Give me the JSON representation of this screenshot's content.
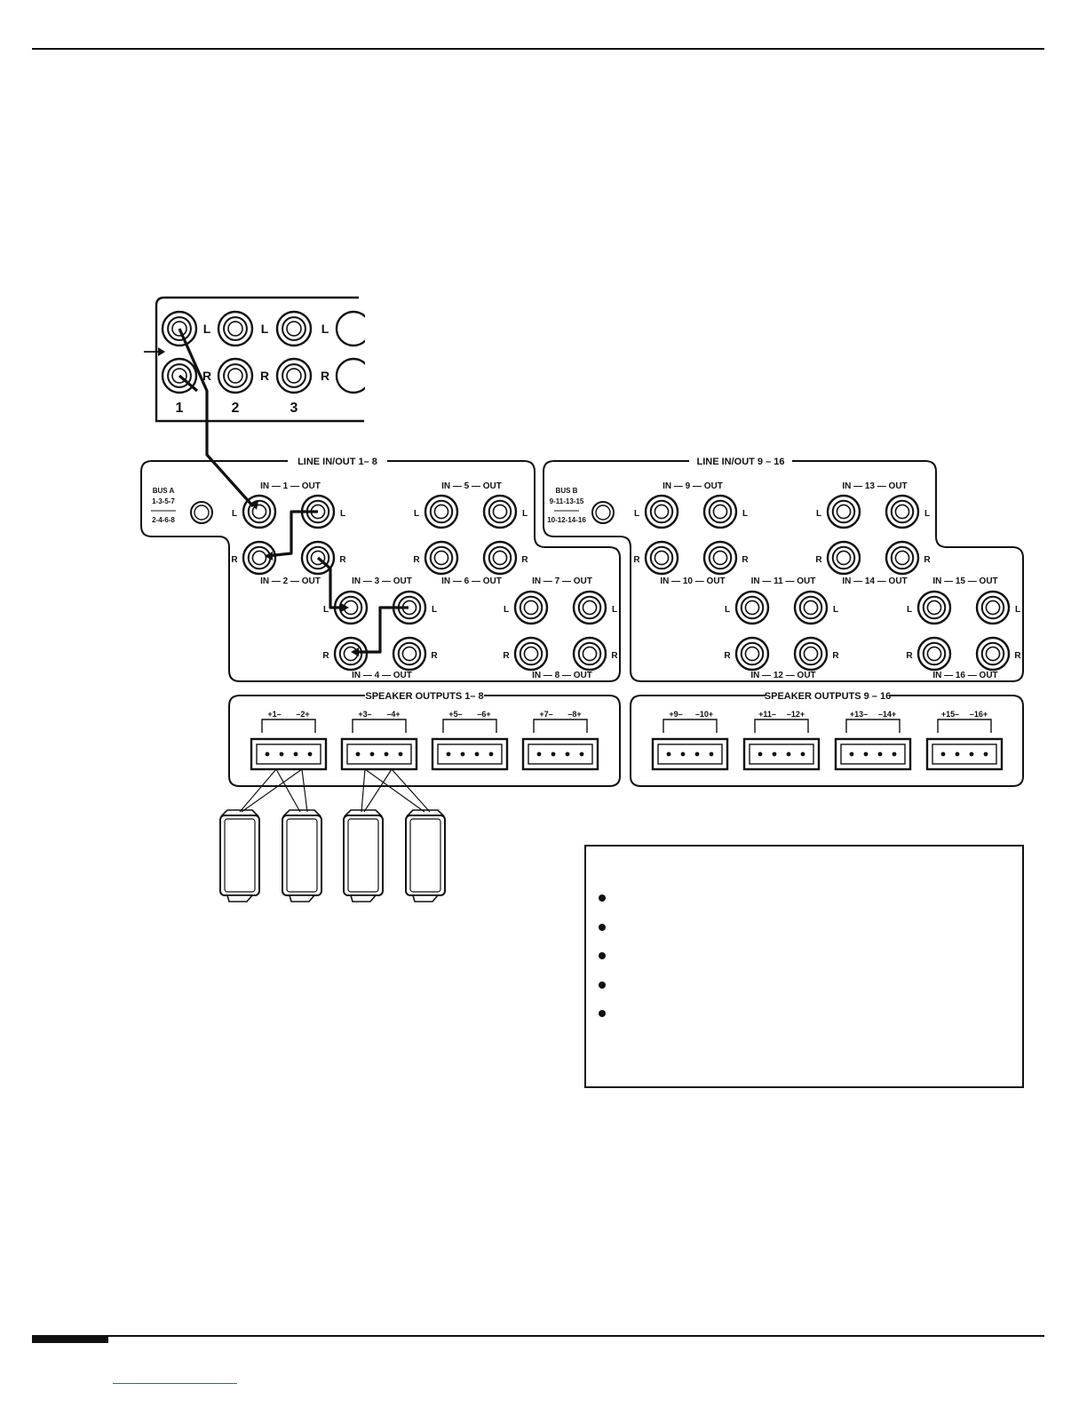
{
  "source": {
    "channel_numbers": [
      "1",
      "2",
      "3"
    ],
    "left_label": "L",
    "right_label": "R"
  },
  "panel_a": {
    "title": "LINE IN/OUT 1– 8",
    "bus_label": [
      "BUS A",
      "1-3-5-7",
      "2-4-6-8"
    ],
    "channel_labels": [
      "IN — 1 — OUT",
      "IN — 2 — OUT",
      "IN — 3 — OUT",
      "IN — 4 — OUT",
      "IN — 5 — OUT",
      "IN — 6 — OUT",
      "IN — 7 — OUT",
      "IN — 8 — OUT"
    ],
    "speaker_title": "SPEAKER OUTPUTS 1– 8",
    "terminal_labels": [
      [
        "+1–",
        "–2+"
      ],
      [
        "+3–",
        "–4+"
      ],
      [
        "+5–",
        "–6+"
      ],
      [
        "+7–",
        "–8+"
      ]
    ]
  },
  "panel_b": {
    "title": "LINE IN/OUT 9 – 16",
    "bus_label": [
      "BUS B",
      "9-11-13-15",
      "10-12-14-16"
    ],
    "channel_labels": [
      "IN — 9 — OUT",
      "IN — 10 — OUT",
      "IN — 11 — OUT",
      "IN — 12 — OUT",
      "IN — 13 — OUT",
      "IN — 14 — OUT",
      "IN — 15 — OUT",
      "IN — 16 — OUT"
    ],
    "speaker_title": "SPEAKER OUTPUTS 9 – 16",
    "terminal_labels": [
      [
        "+9–",
        "–10+"
      ],
      [
        "+11–",
        "–12+"
      ],
      [
        "+13–",
        "–14+"
      ],
      [
        "+15–",
        "–16+"
      ]
    ]
  },
  "jack_letters": {
    "left": "L",
    "right": "R"
  },
  "note_box": {
    "bullets": [
      "",
      "",
      "",
      "",
      ""
    ]
  },
  "colors": {
    "ink": "#111111",
    "link": "#3b57d6"
  }
}
